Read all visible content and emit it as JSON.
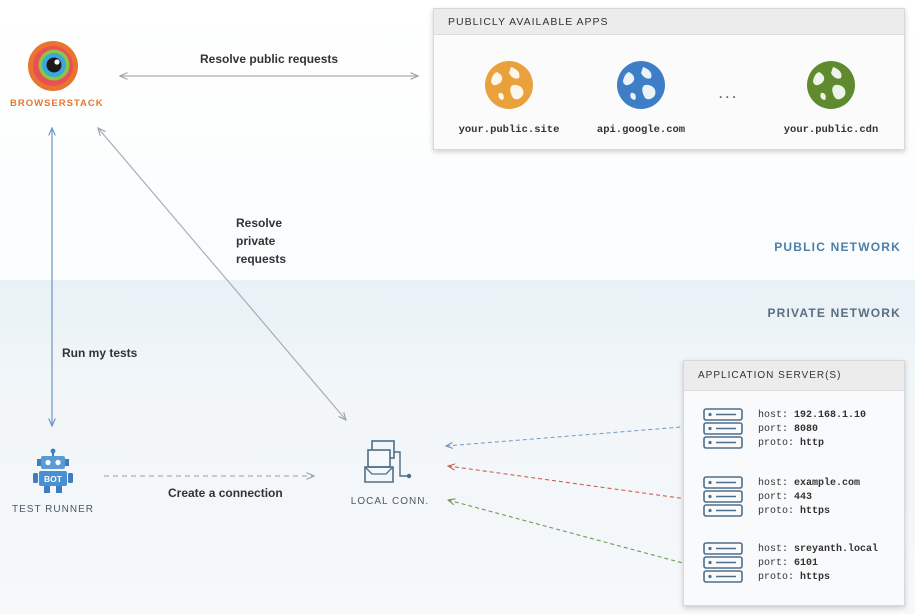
{
  "browserstack": {
    "label": "BROWSERSTACK"
  },
  "public_apps": {
    "title": "PUBLICLY AVAILABLE APPS",
    "apps": [
      {
        "label": "your.public.site",
        "color": "#e9a13c"
      },
      {
        "label": "api.google.com",
        "color": "#3e7ec6"
      },
      {
        "label": "your.public.cdn",
        "color": "#5f8b2e"
      }
    ],
    "ellipsis": ". . ."
  },
  "networks": {
    "public": "PUBLIC NETWORK",
    "private": "PRIVATE NETWORK"
  },
  "edges": {
    "resolve_public": "Resolve public requests",
    "resolve_private": [
      "Resolve",
      "private",
      "requests"
    ],
    "run_tests": "Run my tests",
    "create_connection": "Create a connection"
  },
  "test_runner": {
    "label": "TEST RUNNER",
    "bot_text": "BOT"
  },
  "local_conn": {
    "label": "LOCAL CONN."
  },
  "app_servers": {
    "title": "APPLICATION SERVER(S)",
    "servers": [
      {
        "host_key": "host:",
        "host": "192.168.1.10",
        "port_key": "port:",
        "port": "8080",
        "proto_key": "proto:",
        "proto": "http",
        "link_color": "#7a9ec6"
      },
      {
        "host_key": "host:",
        "host": "example.com",
        "port_key": "port:",
        "port": "443",
        "proto_key": "proto:",
        "proto": "https",
        "link_color": "#c8604f"
      },
      {
        "host_key": "host:",
        "host": "sreyanth.local",
        "port_key": "port:",
        "port": "6101",
        "proto_key": "proto:",
        "proto": "https",
        "link_color": "#6f9a55"
      }
    ]
  }
}
